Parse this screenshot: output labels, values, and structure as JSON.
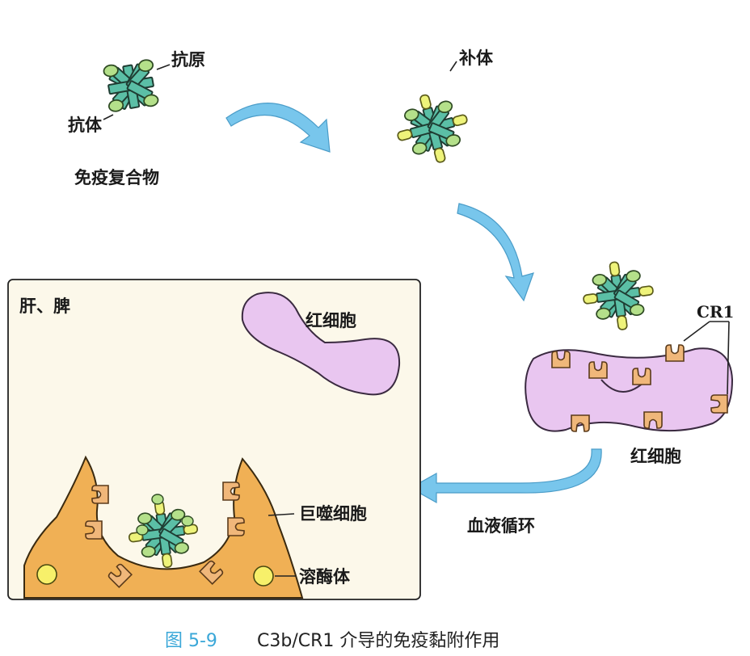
{
  "labels": {
    "antigen": "抗原",
    "antibody": "抗体",
    "immune_complex": "免疫复合物",
    "complement": "补体",
    "cr1": "CR1",
    "rbc_right": "红细胞",
    "rbc_box": "红细胞",
    "organ": "肝、脾",
    "macrophage": "巨噬细胞",
    "lysosome": "溶酶体",
    "blood_circulation": "血液循环"
  },
  "caption": {
    "figure_no": "图 5-9",
    "title": "C3b/CR1 介导的免疫黏附作用"
  },
  "colors": {
    "antibody": "#5bbfa6",
    "antigen": "#b4e08a",
    "complement": "#eef37a",
    "cr1_receptor": "#f0b77a",
    "red_blood_cell": "#e9c6f0",
    "macrophage": "#f0b055",
    "lysosome": "#f7f06a",
    "flow_arrow": "#78c6ec",
    "box_bg": "#fcf8ea",
    "caption_figure": "#3aa7d8"
  }
}
